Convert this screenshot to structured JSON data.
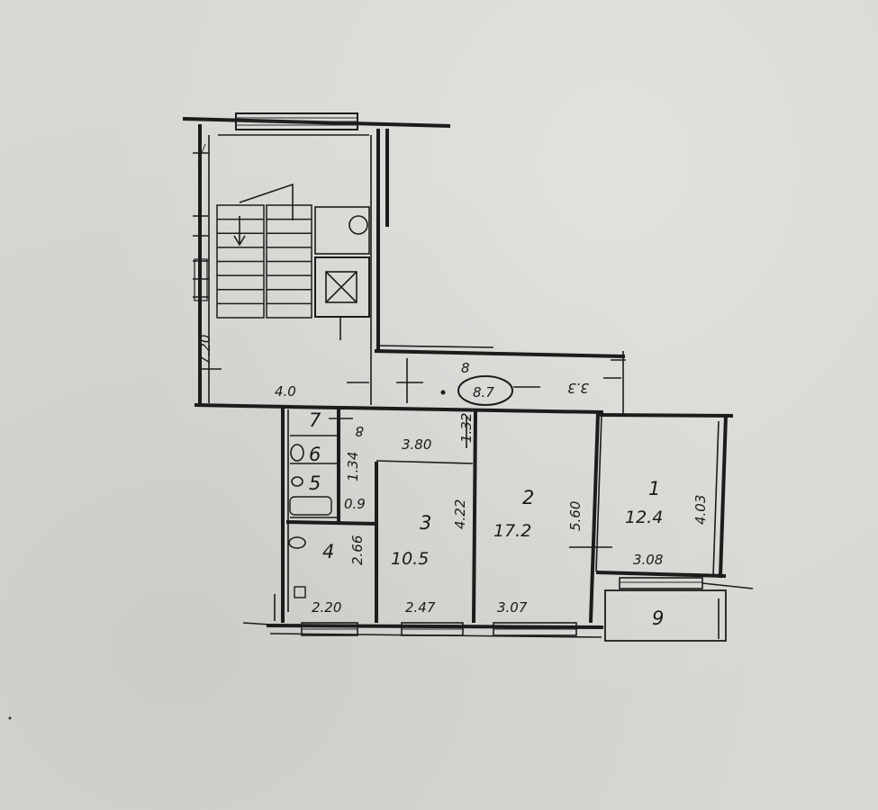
{
  "plan": {
    "stair_width": "4.0",
    "stair_length": "7.20",
    "corridor_length": "3.3",
    "corridor_area": "8.7",
    "hall_length": "3.80",
    "hall_width": "1.32",
    "hall_mark": "8",
    "closet_width": "1.34",
    "bath_dim": "0.9",
    "room1_dim_w": "3.08",
    "room1_dim_h": "4.03",
    "room2_dim_w": "3.07",
    "room2_dim_h": "5.60",
    "room3_dim_w": "2.47",
    "room3_dim_h": "4.22",
    "room4_dim_w": "2.20",
    "room4_dim_h": "2.66",
    "rooms": [
      {
        "id": "1",
        "area": "12.4"
      },
      {
        "id": "2",
        "area": "17.2"
      },
      {
        "id": "3",
        "area": "10.5"
      },
      {
        "id": "4"
      },
      {
        "id": "5"
      },
      {
        "id": "6"
      },
      {
        "id": "7"
      },
      {
        "id": "9"
      }
    ]
  }
}
